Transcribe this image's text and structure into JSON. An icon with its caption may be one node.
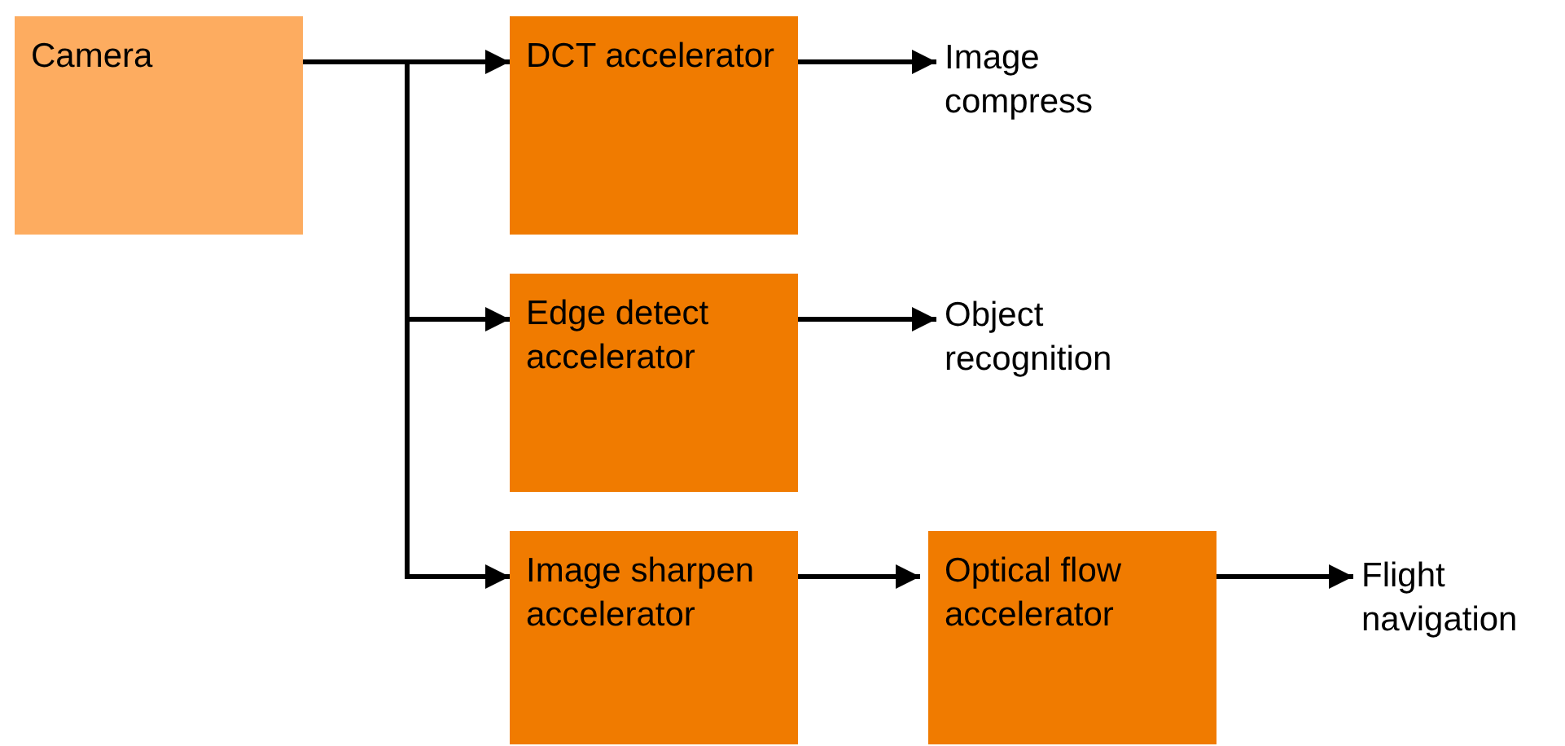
{
  "diagram": {
    "nodes": [
      {
        "text": [
          "Camera"
        ]
      },
      {
        "text": [
          "DCT accelerator"
        ]
      },
      {
        "text": [
          "Image compress"
        ]
      },
      {
        "text": [
          "Edge detect accelerator"
        ]
      },
      {
        "text": [
          "Object recognition"
        ]
      },
      {
        "text": [
          "Image sharpen accelerator"
        ]
      },
      {
        "text": [
          "Optical flow accelerator"
        ]
      },
      {
        "text": [
          "Flight navigation"
        ]
      }
    ],
    "edges": [
      {
        "from": 0,
        "to": 1,
        "arrow": "to"
      },
      {
        "from": 0,
        "to": 3,
        "arrow": "to"
      },
      {
        "from": 0,
        "to": 5,
        "arrow": "to"
      },
      {
        "from": 1,
        "to": 2,
        "arrow": "to"
      },
      {
        "from": 3,
        "to": 4,
        "arrow": "to"
      },
      {
        "from": 5,
        "to": 6,
        "arrow": "to"
      },
      {
        "from": 6,
        "to": 7,
        "arrow": "to"
      }
    ]
  }
}
